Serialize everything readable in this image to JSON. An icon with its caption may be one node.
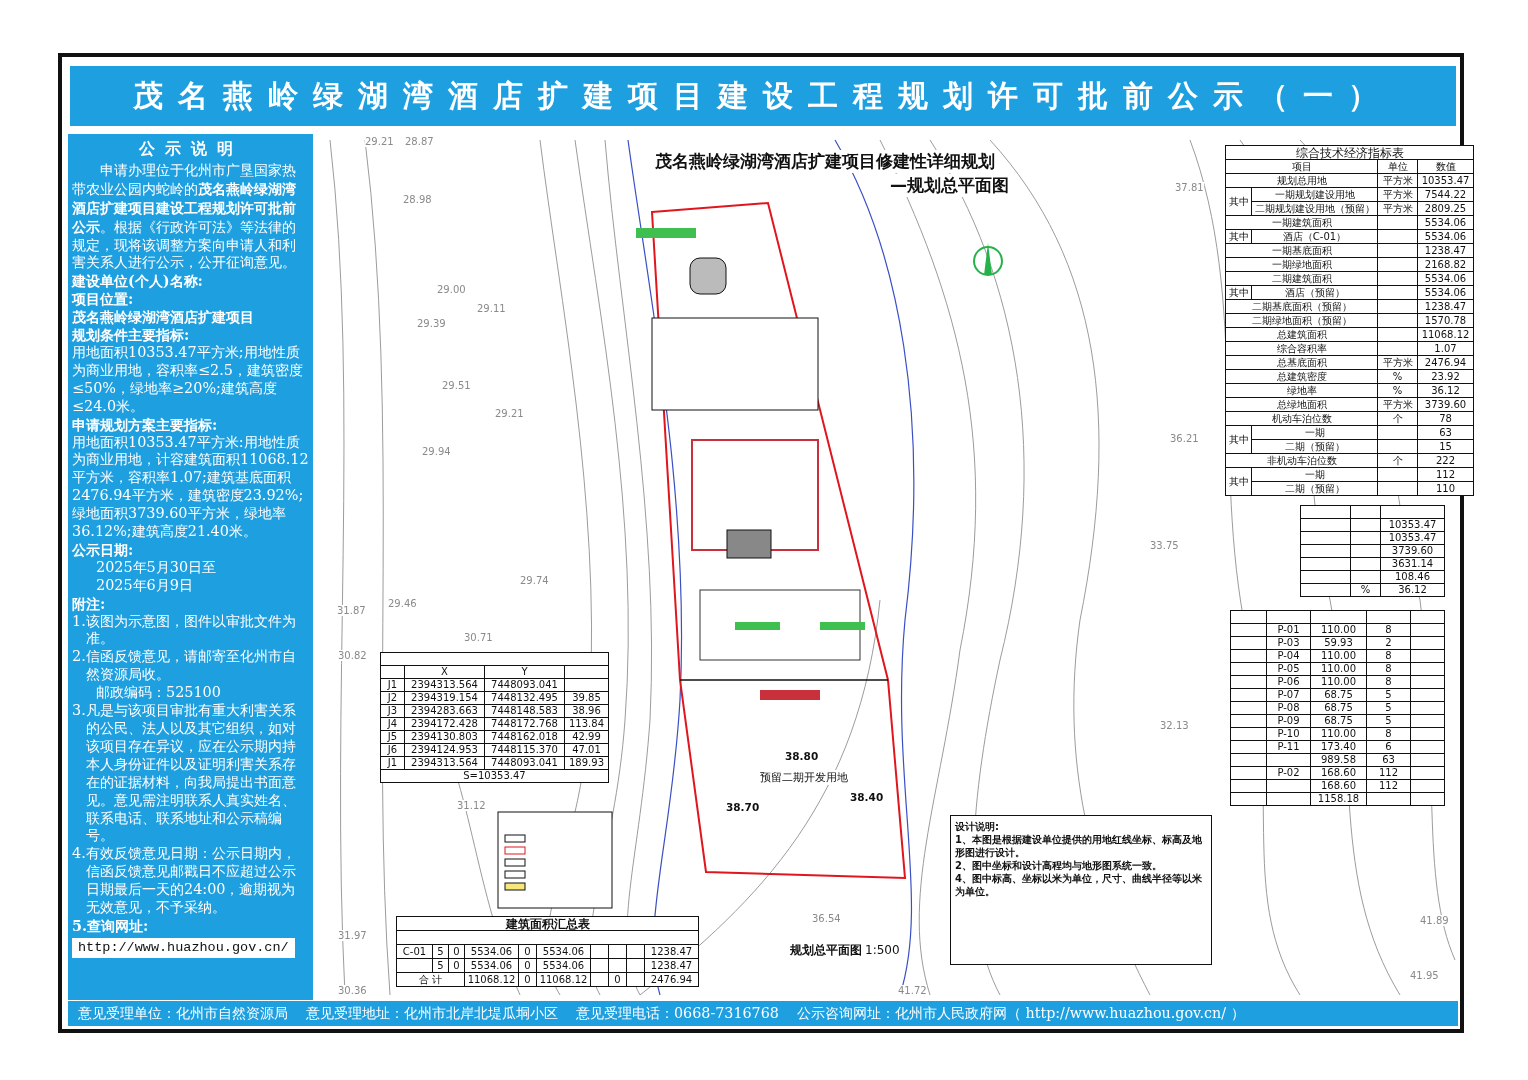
{
  "diagram": {
    "title": "茂名燕岭绿湖湾酒店扩建项目建设工程规划许可批前公示（一）",
    "labels": [
      "公示说明",
      "申请办理位于化州市广垦国家热带农业公园内蛇岭的**茂名燕岭绿湖湾酒店扩建项目建设工程规划许可批前公示**。根据《行政许可法》等法律的规定，现将该调整方案向申请人和利害关系人进行公示，公开征询意见。",
      "建设单位(个人)名称:",
      "项目位置:",
      "茂名燕岭绿湖湾酒店扩建项目",
      "规划条件主要指标:",
      "用地面积10353.47平方米;用地性质为商业用地，容积率≤2.5，建筑密度≤50%，绿地率≥20%;建筑高度≤24.0米。",
      "申请规划方案主要指标:",
      "用地面积10353.47平方米:用地性质为商业用地，计容建筑面积11068.12平方米，容积率1.07;建筑基底面积2476.94平方米，建筑密度23.92%;绿地面积3739.60平方米，绿地率36.12%;建筑高度21.40米。",
      "公示日期:",
      "2025年5月30日至",
      "2025年6月9日",
      "附注:",
      "1.该图为示意图，图件以审批文件为准。",
      "2.信函反馈意见，请邮寄至化州市自然资源局收。",
      "邮政编码：525100",
      "3.凡是与该项目审批有重大利害关系的公民、法人以及其它组织，如对该项目存在异议，应在公示期内持本人身份证件以及证明利害关系存在的证据材料，向我局提出书面意见。意见需注明联系人真实姓名、联系电话、联系地址和公示稿编号。",
      "4.有效反馈意见日期：公示日期内，信函反馈意见邮戳日不应超过公示日期最后一天的24:00，逾期视为无效意见，不予采纳。",
      "5.查询网址:",
      "http://www.huazhou.gov.cn/",
      "茂名燕岭绿湖湾酒店扩建项目修建性详细规划",
      "—规划总平面图",
      "29.21",
      "28.87",
      "28.98",
      "29.00",
      "29.11",
      "29.39",
      "29.51",
      "29.21",
      "29.94",
      "29.74",
      "29.46",
      "31.87",
      "30.71",
      "30.82",
      "31.12",
      "31.97",
      "30.36",
      "36.54",
      "41.72",
      "37.81",
      "36.21",
      "33.75",
      "32.13",
      "41.89",
      "41.95",
      "38.80",
      "38.70",
      "38.40",
      "预留二期开发用地",
      "规划总平面图",
      "1:500",
      "综合技术经济指标表",
      "项目",
      "单位",
      "数值",
      "规划总用地",
      "平方米",
      "10353.47",
      "其中",
      "一期规划建设用地",
      "平方米",
      "7544.22",
      "二期规划建设用地（预留）",
      "平方米",
      "2809.25",
      "一期建筑面积",
      "5534.06",
      "其中",
      "酒店（C-01）",
      "5534.06",
      "一期基底面积",
      "1238.47",
      "一期绿地面积",
      "2168.82",
      "二期建筑面积",
      "5534.06",
      "其中",
      "酒店（预留）",
      "5534.06",
      "二期基底面积（预留）",
      "1238.47",
      "二期绿地面积（预留）",
      "1570.78",
      "总建筑面积",
      "11068.12",
      "综合容积率",
      "1.07",
      "总基底面积",
      "平方米",
      "2476.94",
      "总建筑密度",
      "%",
      "23.92",
      "绿地率",
      "%",
      "36.12",
      "总绿地面积",
      "平方米",
      "3739.60",
      "机动车泊位数",
      "个",
      "78",
      "其中",
      "一期",
      "63",
      "二期（预留）",
      "15",
      "非机动车泊位数",
      "个",
      "222",
      "其中",
      "一期",
      "112",
      "二期（预留）",
      "110",
      "10353.47",
      "10353.47",
      "3739.60",
      "3631.14",
      "108.46",
      "%",
      "36.12",
      "P-01",
      "110.00",
      "8",
      "P-03",
      "59.93",
      "2",
      "P-04",
      "110.00",
      "8",
      "P-05",
      "110.00",
      "8",
      "P-06",
      "110.00",
      "8",
      "P-07",
      "68.75",
      "5",
      "P-08",
      "68.75",
      "5",
      "P-09",
      "68.75",
      "5",
      "P-10",
      "110.00",
      "8",
      "P-11",
      "173.40",
      "6",
      "989.58",
      "63",
      "P-02",
      "168.60",
      "112",
      "168.60",
      "112",
      "1158.18",
      "X",
      "Y",
      "J1",
      "2394313.564",
      "7448093.041",
      "J2",
      "2394319.154",
      "7448132.495",
      "39.85",
      "J3",
      "2394283.663",
      "7448148.583",
      "38.96",
      "J4",
      "2394172.428",
      "7448172.768",
      "113.84",
      "J5",
      "2394130.803",
      "7448162.018",
      "42.99",
      "J6",
      "2394124.953",
      "7448115.370",
      "47.01",
      "J1",
      "2394313.564",
      "7448093.041",
      "189.93",
      "S=10353.47",
      "建筑面积汇总表",
      "C-01",
      "5",
      "0",
      "5534.06",
      "0",
      "5534.06",
      "1238.47",
      "5",
      "0",
      "5534.06",
      "0",
      "5534.06",
      "1238.47",
      "合 计",
      "11068.12",
      "0",
      "11068.12",
      "0",
      "2476.94",
      "设计说明:",
      "1、本图是根据建设单位提供的用地红线坐标、标高及地形图进行设计。",
      "2、图中坐标和设计高程均与地形图系统一致。",
      "4、图中标高、坐标以米为单位，尺寸、曲线半径等以米为单位。",
      "意见受理单位：化州市自然资源局",
      "意见受理地址：化州市北岸北堤瓜垌小区",
      "意见受理电话：0668-7316768",
      "公示咨询网址：化州市人民政府网（ http://www.huazhou.gov.cn/ ）"
    ]
  }
}
